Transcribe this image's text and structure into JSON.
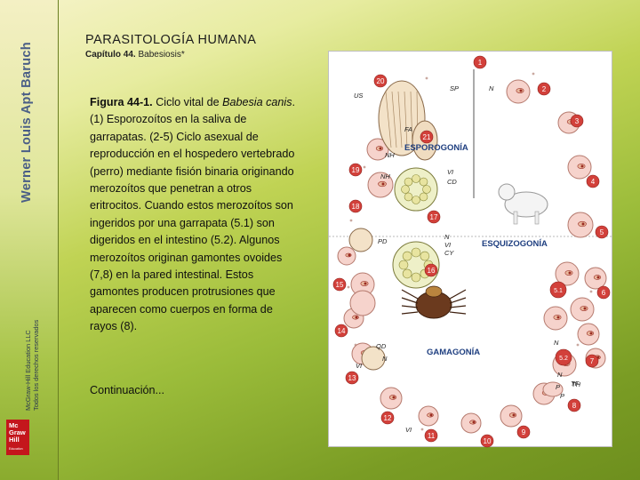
{
  "sidebar": {
    "author": "Werner Louis Apt Baruch",
    "copyright_line1": "McGraw-Hill Education LLC",
    "copyright_line2": "Todos los derechos reservados",
    "logo_lines": [
      "Mc",
      "Graw",
      "Hill"
    ],
    "logo_sub": "Education"
  },
  "header": {
    "title": "PARASITOLOGÍA HUMANA",
    "chapter": "Capítulo 44.",
    "chapter_topic": "Babesiosis*"
  },
  "caption": {
    "figure_label": "Figura 44-1.",
    "text_prefix": "Ciclo vital de ",
    "species": "Babesia canis",
    "text_body": ". (1) Esporozoítos en la saliva de garrapatas. (2-5) Ciclo asexual de reproducción en el hospedero vertebrado (perro) mediante fisión binaria originando merozoítos que penetran a otros eritrocitos. Cuando estos merozoítos son ingeridos por una garrapata (5.1) son digeridos en el intestino (5.2). Algunos merozoítos originan gamontes ovoides (7,8) en la pared intestinal. Estos gamontes producen protrusiones que aparecen como cuerpos en forma de rayos (8).",
    "continue": "Continuación..."
  },
  "figure": {
    "stages": [
      "1",
      "2",
      "3",
      "4",
      "5",
      "5.1",
      "6",
      "5.2",
      "7",
      "8",
      "9",
      "10",
      "11",
      "12",
      "13",
      "14",
      "15",
      "16",
      "17",
      "18",
      "19",
      "20",
      "21"
    ],
    "phases": [
      "ESPOROGONÍA",
      "ESQUIZOGONÍA",
      "GAMAGONÍA"
    ],
    "labels": [
      "SP",
      "N",
      "US",
      "FA",
      "NH",
      "NH",
      "VI",
      "CD",
      "PD",
      "N",
      "VI",
      "CY",
      "N",
      "TF",
      "QD",
      "N",
      "VI",
      "N",
      "P",
      "TH",
      "VI",
      "P"
    ],
    "colors": {
      "stage_marker": "#d2403a",
      "cell_fill": "#f6d3cc",
      "cell_edge": "#b57a6e",
      "nucleus": "#9a2a22",
      "phase_text": "#1f3f80"
    }
  }
}
